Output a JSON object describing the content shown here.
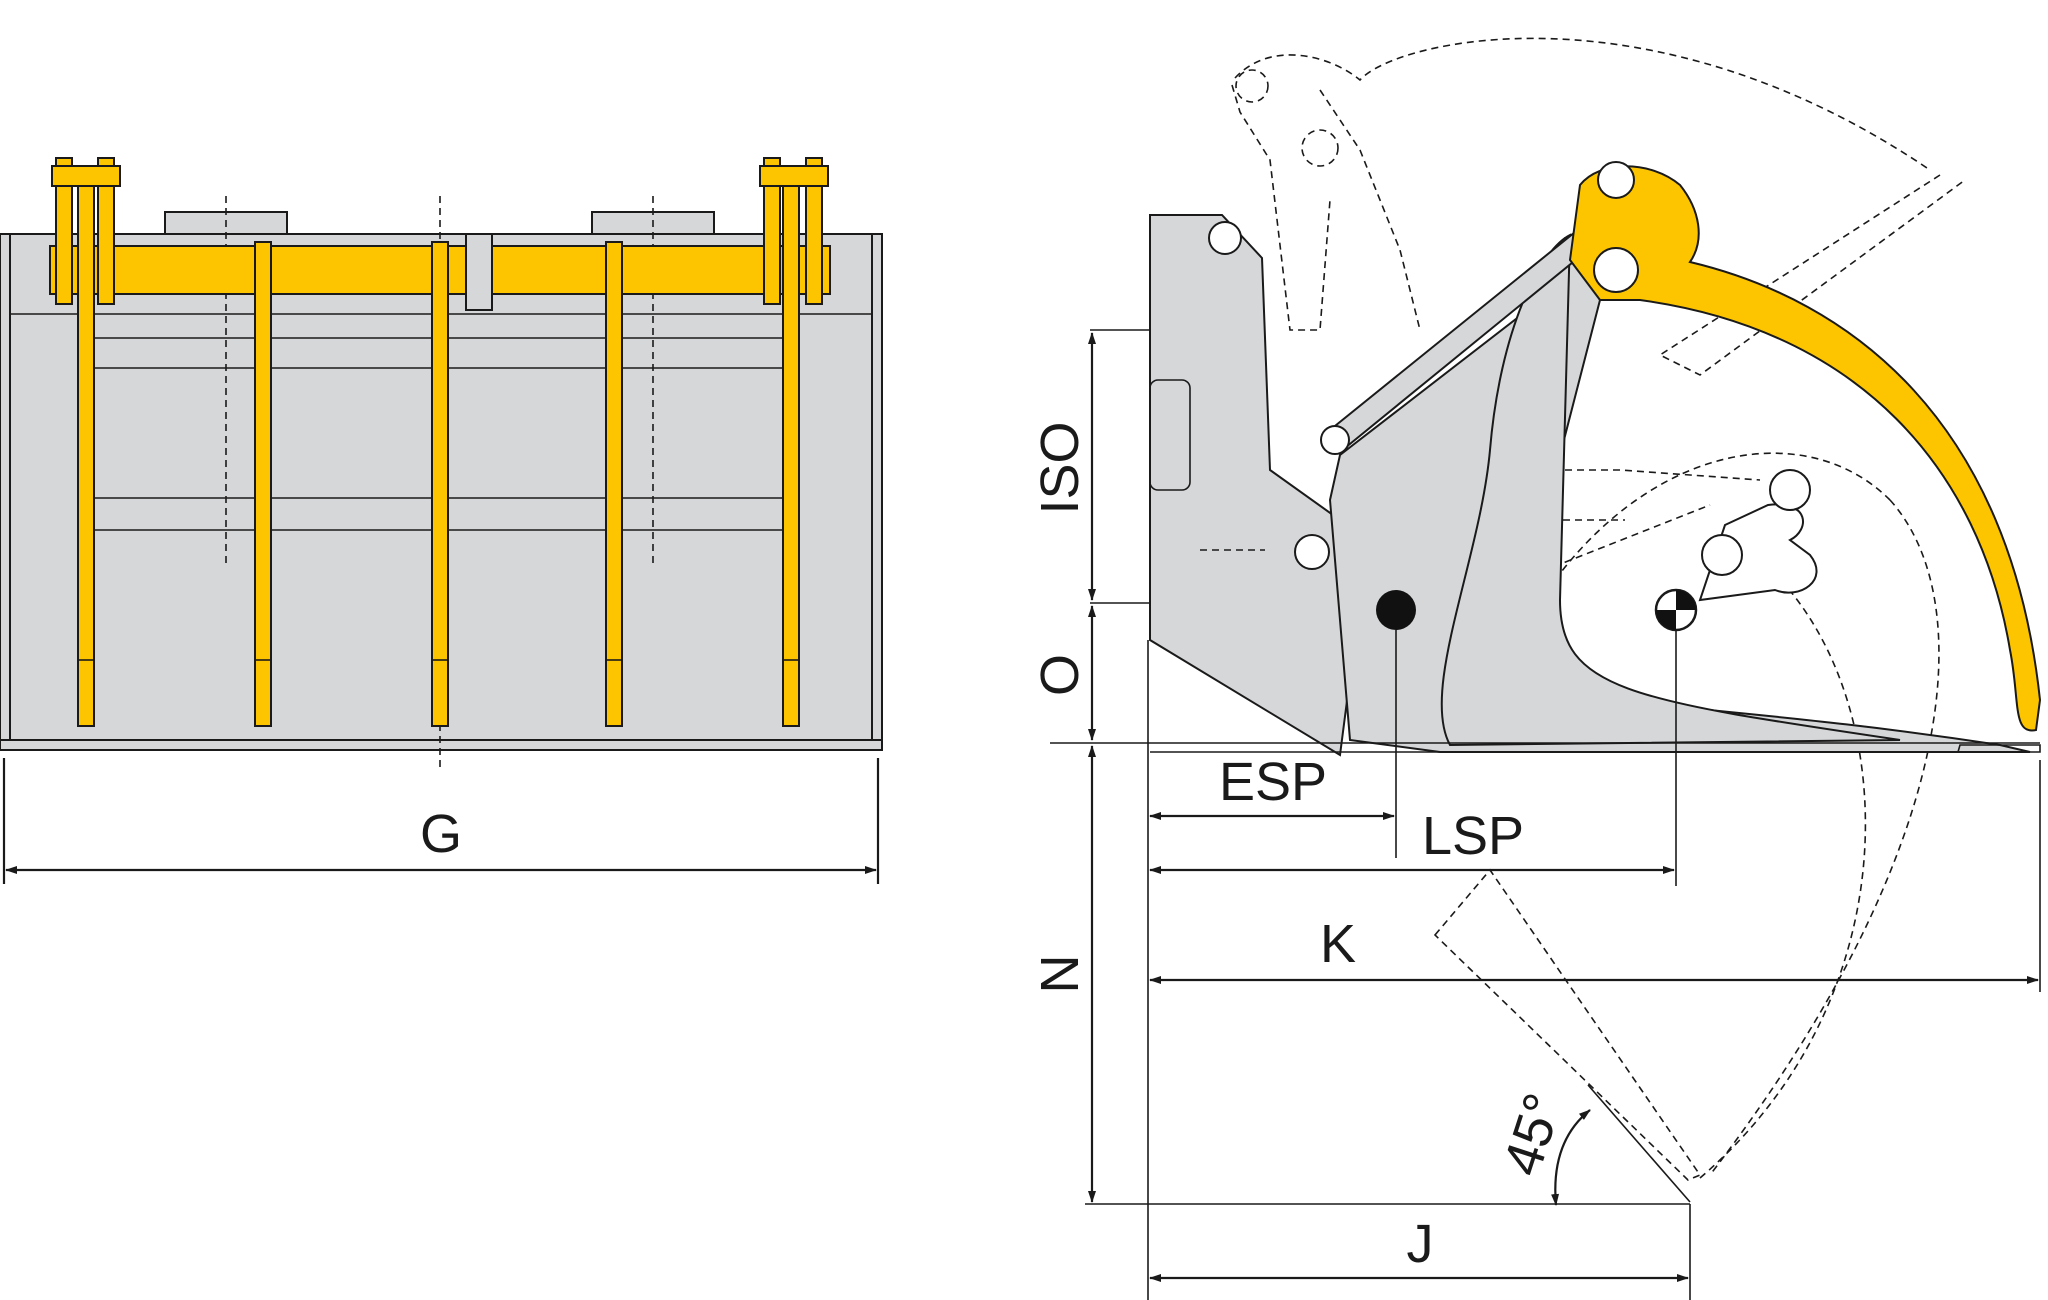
{
  "labels": {
    "width": "G",
    "iso": "ISO",
    "o": "O",
    "n": "N",
    "esp": "ESP",
    "lsp": "LSP",
    "k": "K",
    "j": "J",
    "angle": "45°"
  },
  "colors": {
    "tines": "#fcc500",
    "body": "#d6d7d9",
    "lines": "#1a1a1a"
  },
  "icons": {
    "center_of_gravity_empty": "filled-circle",
    "center_of_gravity_loaded": "quartered-circle"
  }
}
